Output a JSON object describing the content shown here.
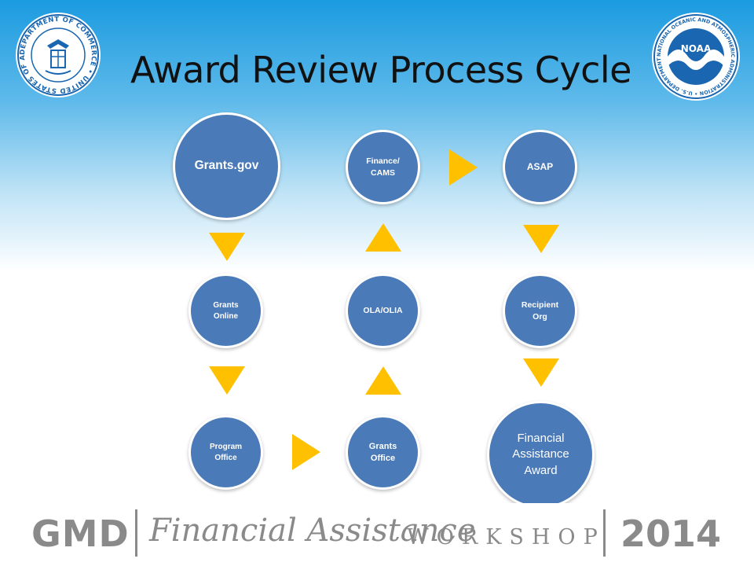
{
  "slide": {
    "title": "Award Review Process Cycle",
    "seals": [
      {
        "name": "department-of-commerce-seal",
        "text": "DEPARTMENT OF COMMERCE • UNITED STATES OF AMERICA"
      },
      {
        "name": "noaa-seal",
        "text": "NATIONAL OCEANIC AND ATMOSPHERIC ADMINISTRATION • U.S. DEPARTMENT OF COMMERCE",
        "center_text": "NOAA"
      }
    ]
  },
  "nodes": {
    "grants_gov": "Grants.gov",
    "grants_online": [
      "Grants",
      "Online"
    ],
    "program_office": [
      "Program",
      "Office"
    ],
    "grants_office": [
      "Grants",
      "Office"
    ],
    "ola_olia": "OLA/OLIA",
    "finance_cams": [
      "Finance/",
      "CAMS"
    ],
    "asap": "ASAP",
    "recipient_org": [
      "Recipient",
      "Org"
    ],
    "financial_assistance_award": [
      "Financial",
      "Assistance",
      "Award"
    ]
  },
  "footer": {
    "gmd": "GMD",
    "financial_assistance": "Financial Assistance",
    "workshop": "WORKSHOP",
    "year": "2014"
  },
  "colors": {
    "node_fill": "#4a7ab8",
    "arrow": "#ffc000",
    "footer_text": "#8a8a8a",
    "sky_top": "#1b9be0"
  }
}
